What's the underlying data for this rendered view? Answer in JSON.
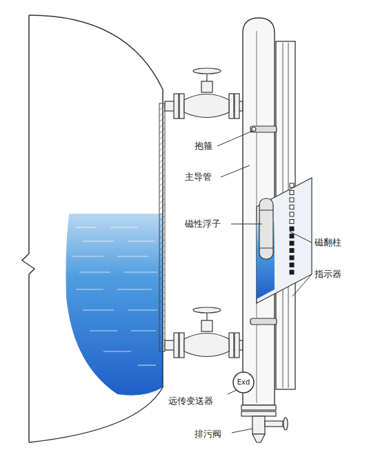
{
  "diagram": {
    "labels": [
      "抱箍",
      "主导管",
      "磁性浮子",
      "磁翻柱",
      "指示器",
      "Exd",
      "远传变送器",
      "排污阀"
    ]
  }
}
